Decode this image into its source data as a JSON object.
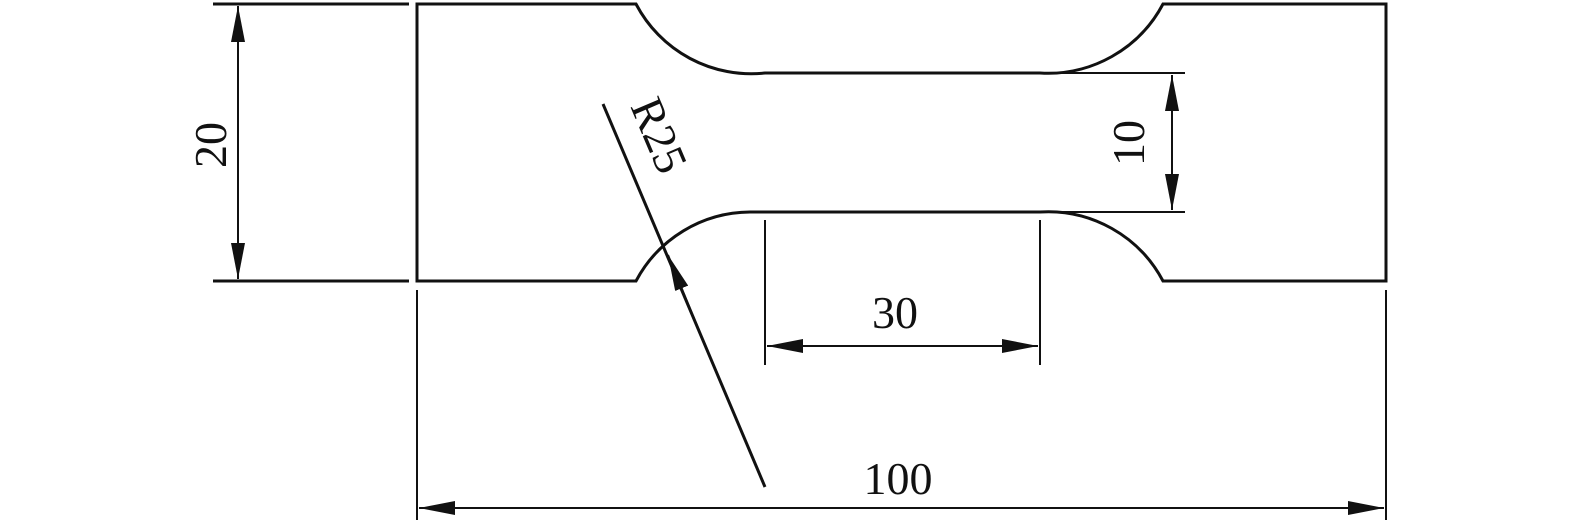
{
  "title": "Dog-bone tensile specimen dimensions",
  "dimensions": {
    "overall_width": "20",
    "gauge_width": "10",
    "gauge_length": "30",
    "overall_length": "100",
    "fillet_radius": "R25"
  },
  "colors": {
    "line": "#111111",
    "background": "#ffffff"
  }
}
